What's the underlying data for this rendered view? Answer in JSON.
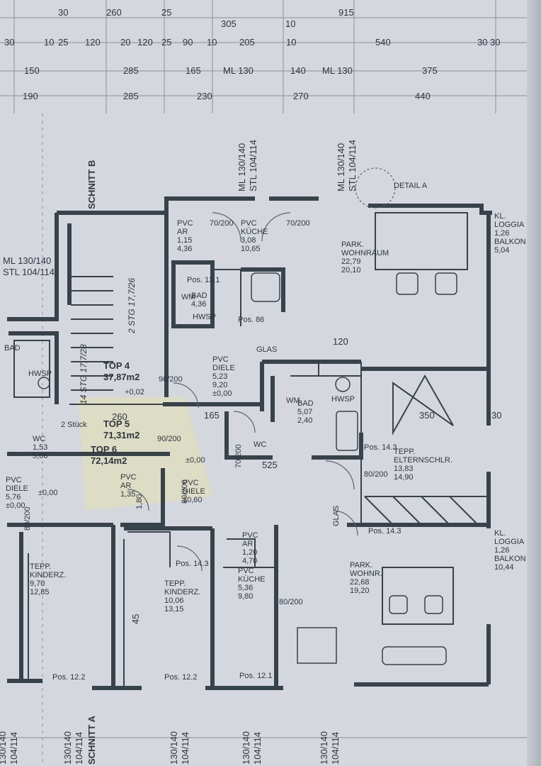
{
  "colors": {
    "paper": "#d4d7dd",
    "ink": "#2f3640",
    "wall": "#38424a",
    "grid": "#8a929c",
    "highlight": "#e8e2a6"
  },
  "dimensions": {
    "row1": [
      "30",
      "260",
      "25",
      "305",
      "10",
      "915"
    ],
    "row2": [
      "30",
      "10",
      "25",
      "120",
      "20",
      "120",
      "25",
      "90",
      "10",
      "205",
      "10",
      "540",
      "30",
      "30"
    ],
    "row3": [
      "150",
      "285",
      "165",
      "ML 130",
      "140",
      "ML 130",
      "375"
    ],
    "row4": [
      "190",
      "285",
      "230",
      "270",
      "440"
    ]
  },
  "sections": {
    "schnitt_b": "SCHNITT B",
    "schnitt_a": "SCHNITT A",
    "detail": "DETAIL A"
  },
  "window_tags": {
    "ml_a": "ML 130/140",
    "stl_a": "STL 104/114",
    "ml_b": "ML 130/140",
    "stl_b": "STL 104/114",
    "left_ml": "ML 130/140",
    "left_stl": "STL 104/114",
    "bottom": [
      "130/140",
      "104/114",
      "130/140",
      "104/114",
      "130/140",
      "104/114",
      "130/140",
      "104/114",
      "130/140",
      "104/114"
    ]
  },
  "units": {
    "top4": {
      "name": "TOP 4",
      "area": "37,87m2"
    },
    "top5": {
      "name": "TOP 5",
      "area": "71,31m2"
    },
    "top6": {
      "name": "TOP 6",
      "area": "72,14m2"
    }
  },
  "rooms": [
    {
      "id": "ar-top",
      "lines": [
        "PVC",
        "AR",
        "1,15",
        "4,36"
      ]
    },
    {
      "id": "kueche-top",
      "lines": [
        "PVC",
        "KÜCHE",
        "3,08",
        "10,65"
      ]
    },
    {
      "id": "wohnraum",
      "lines": [
        "PARK.",
        "WOHNRAUM",
        "22,79",
        "20,10"
      ]
    },
    {
      "id": "loggia-top",
      "lines": [
        "KL.",
        "LOGGIA",
        "1,26",
        "BALKON",
        "5,04"
      ]
    },
    {
      "id": "bad-top",
      "lines": [
        "BAD",
        "4,36"
      ]
    },
    {
      "id": "diele-top",
      "lines": [
        "PVC",
        "DIELE",
        "5,23",
        "9,20",
        "±0,00"
      ]
    },
    {
      "id": "bad-mid",
      "lines": [
        "BAD",
        "5,07",
        "2,40"
      ]
    },
    {
      "id": "elternschl",
      "lines": [
        "TEPP.",
        "ELTERNSCHLR.",
        "13,83",
        "14,90"
      ]
    },
    {
      "id": "wc-mid",
      "lines": [
        "WC"
      ]
    },
    {
      "id": "wc-left",
      "lines": [
        "WC",
        "1,53",
        "5,06"
      ]
    },
    {
      "id": "diele-left",
      "lines": [
        "PVC",
        "DIELE",
        "5,76",
        "±0,00"
      ]
    },
    {
      "id": "ar-mid",
      "lines": [
        "PVC",
        "AR",
        "1,35"
      ]
    },
    {
      "id": "diele-mid",
      "lines": [
        "PVC",
        "DIELE",
        "10,60"
      ]
    },
    {
      "id": "kinderz-left",
      "lines": [
        "TEPP.",
        "KINDERZ.",
        "9,70",
        "12,85"
      ]
    },
    {
      "id": "kinderz-mid",
      "lines": [
        "TEPP.",
        "KINDERZ.",
        "10,06",
        "13,15"
      ]
    },
    {
      "id": "ar-bot",
      "lines": [
        "PVC",
        "AR",
        "1,20",
        "4,70"
      ]
    },
    {
      "id": "kueche-bot",
      "lines": [
        "PVC",
        "KÜCHE",
        "5,36",
        "9,80"
      ]
    },
    {
      "id": "wohnr-bot",
      "lines": [
        "PARK.",
        "WOHNR.",
        "22,68",
        "19,20"
      ]
    },
    {
      "id": "loggia-bot",
      "lines": [
        "KL.",
        "LOGGIA",
        "1,26",
        "BALKON",
        "10,44"
      ]
    },
    {
      "id": "bad-left",
      "lines": [
        "BAD"
      ]
    }
  ],
  "notes": {
    "door_a": "70/200",
    "door_b": "70/200",
    "door_c": "90/200",
    "door_d": "90/200",
    "door_e": "80/200",
    "door_f": "80/200",
    "door_g": "80/200",
    "door_h": "70/200",
    "door_i": "80/200",
    "glas_a": "GLAS",
    "glas_b": "GLAS",
    "hwsp_a": "HWSP",
    "hwsp_b": "HWSP",
    "hwsp_c": "HWSP",
    "wm_a": "WM",
    "wm_b": "WM",
    "pos_a": "Pos. 86",
    "pos_b": "Pos. 14.3",
    "pos_c": "Pos. 14.3",
    "pos_d": "Pos. 12.2",
    "pos_e": "Pos. 12.1",
    "pos_f": "Pos. 12.2",
    "stair_a": "2 STG 17,7/26",
    "stair_b": "14 STG 17,7/28",
    "stair_lvl": "+0,02",
    "stueck": "2 Stück",
    "d350": "350",
    "d260": "260",
    "d165": "165",
    "d525": "525",
    "d120": "120",
    "d30": "30",
    "d45": "45",
    "pos_g": "Pos. 13.1",
    "pos_h": "Pos. 14.3",
    "pm_a": "±0,00",
    "pm_b": "±0,00",
    "h180": "1,80"
  }
}
